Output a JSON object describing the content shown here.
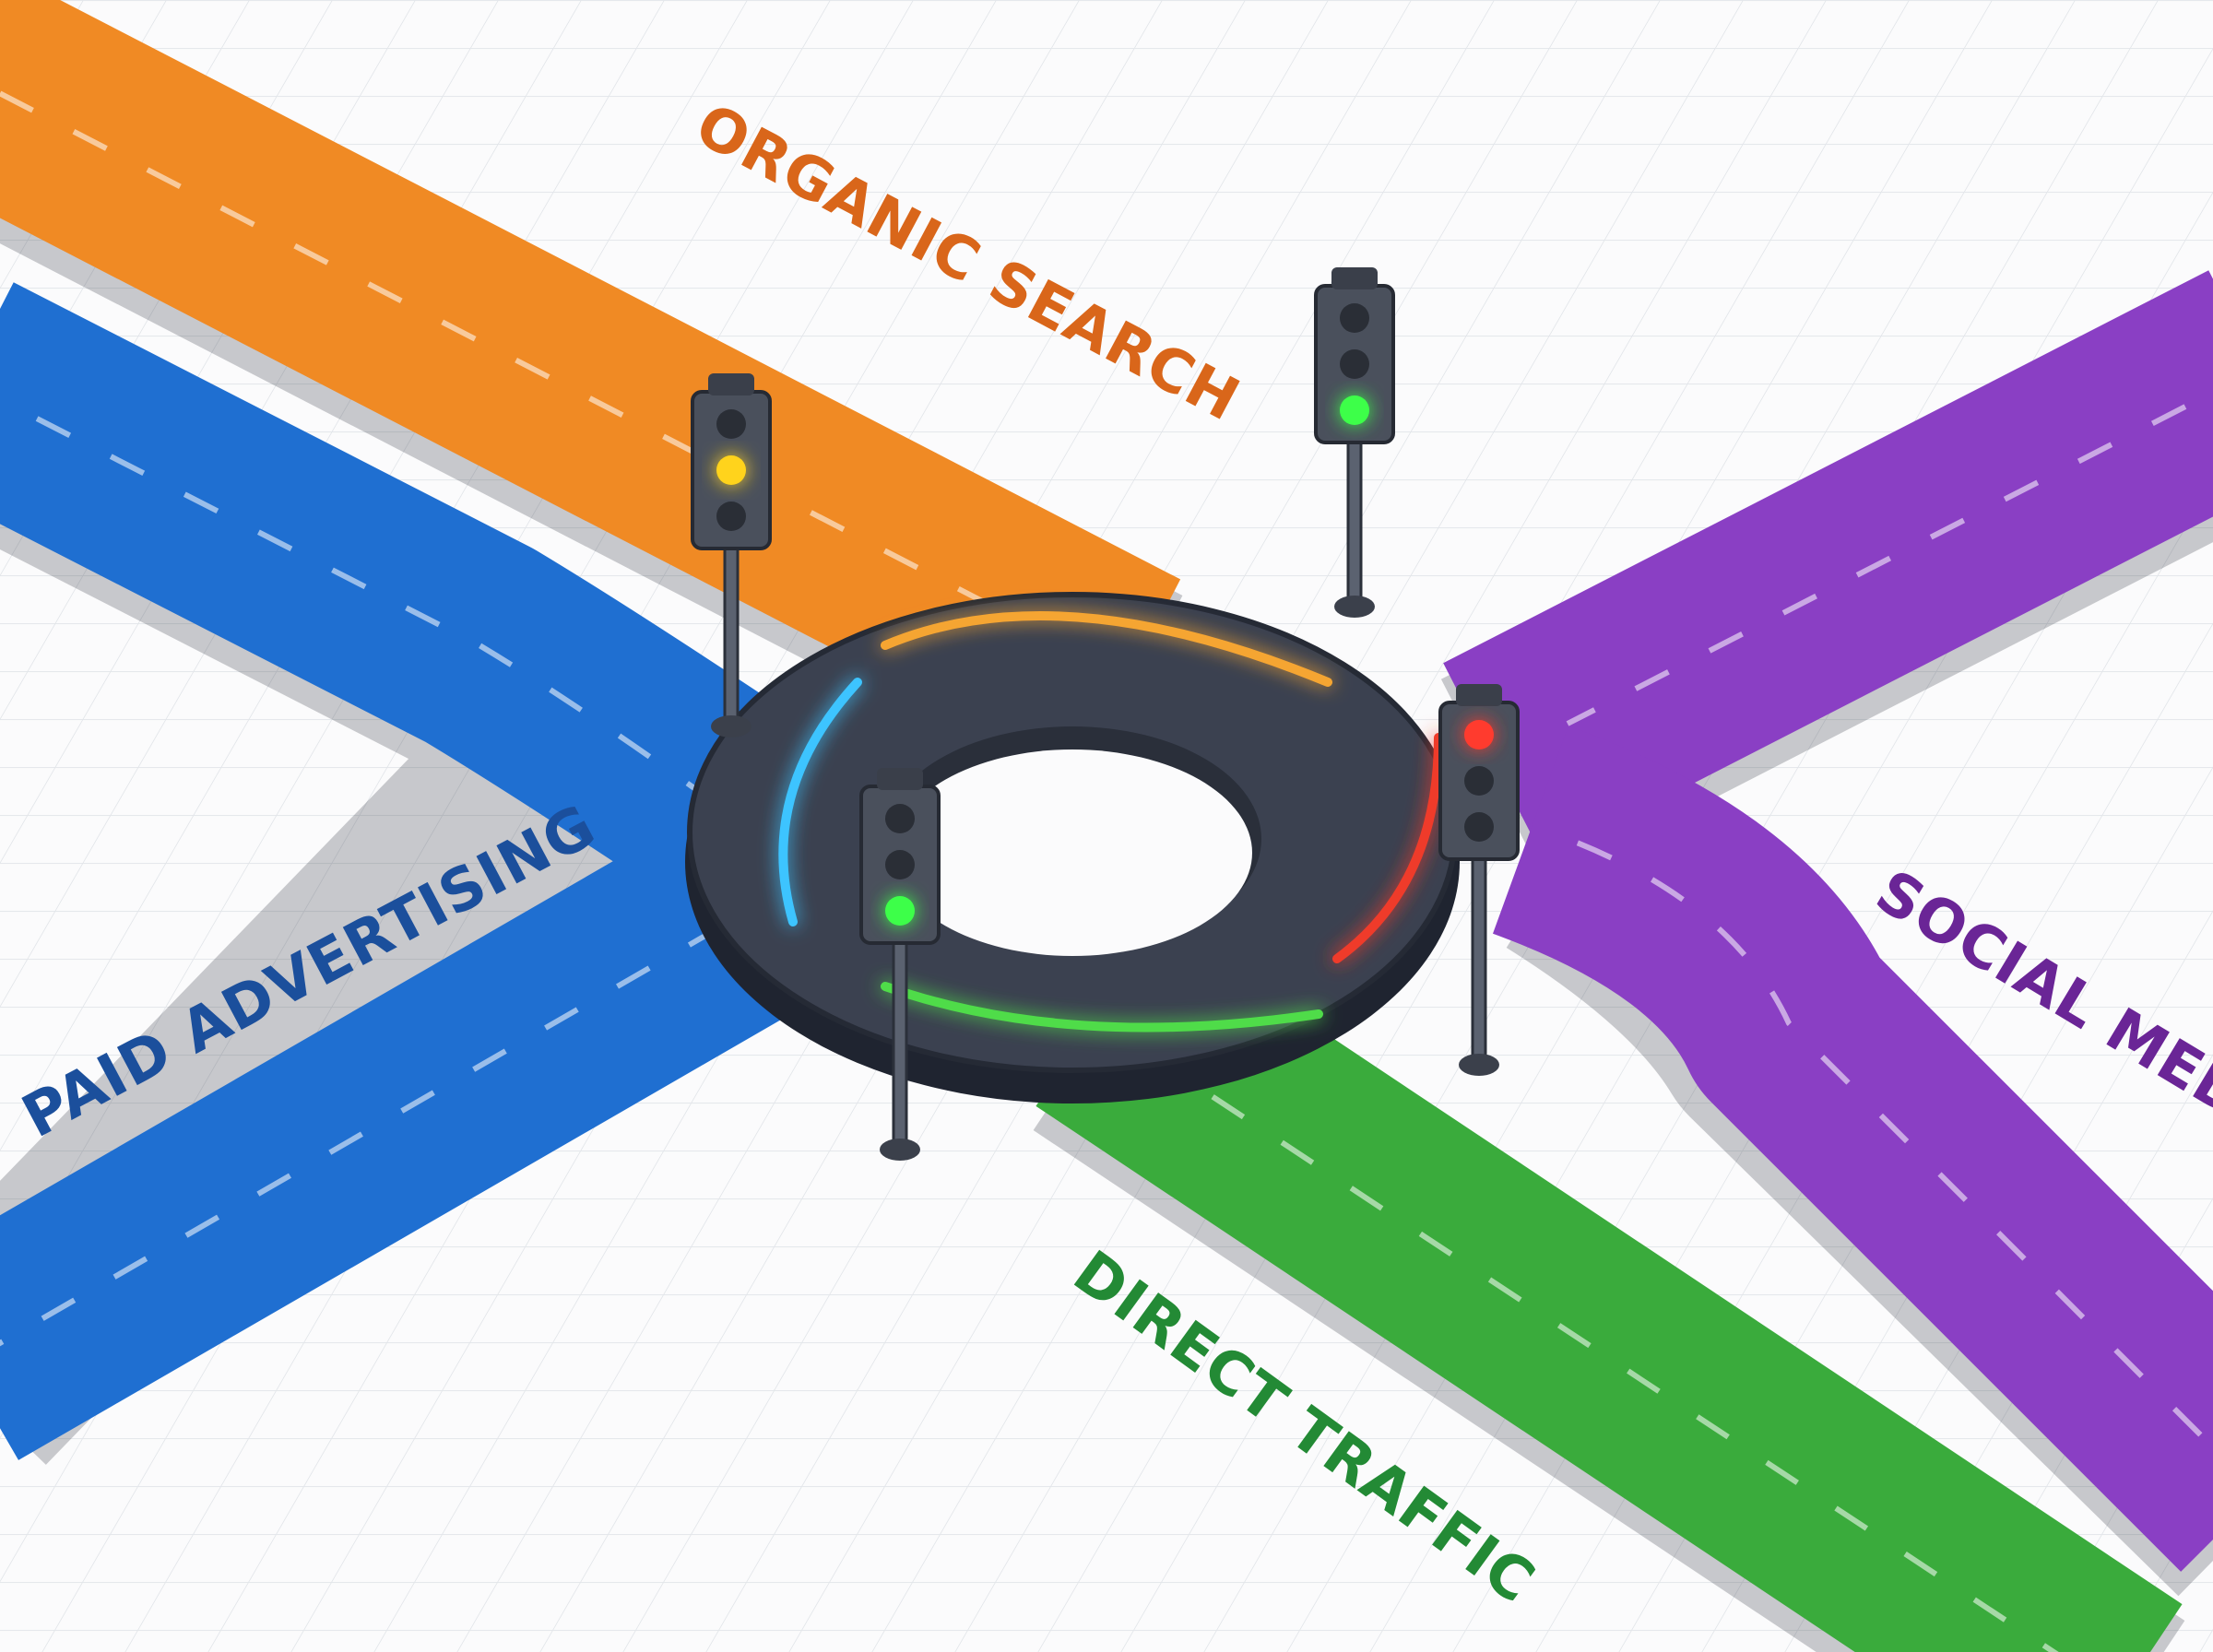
{
  "labels": {
    "organic": "ORGANIC SEARCH",
    "paid": "PAID ADVERTISING",
    "social": "SOCIAL MEDIA",
    "direct": "DIRECT TRAFFIC"
  },
  "colors": {
    "organic": "#f08a24",
    "organic_text": "#d9661a",
    "paid": "#1f6fd1",
    "paid_text": "#1b4f9c",
    "social": "#8a3fc4",
    "social_text": "#6a2596",
    "direct": "#3aab3c",
    "direct_text": "#238a35",
    "roundabout": "#3b4150",
    "grid": "#e3e6ea"
  },
  "traffic_lights": [
    {
      "name": "paid-entry",
      "state": "yellow"
    },
    {
      "name": "organic-exit",
      "state": "green"
    },
    {
      "name": "social-entry",
      "state": "red"
    },
    {
      "name": "direct-entry",
      "state": "green"
    }
  ]
}
